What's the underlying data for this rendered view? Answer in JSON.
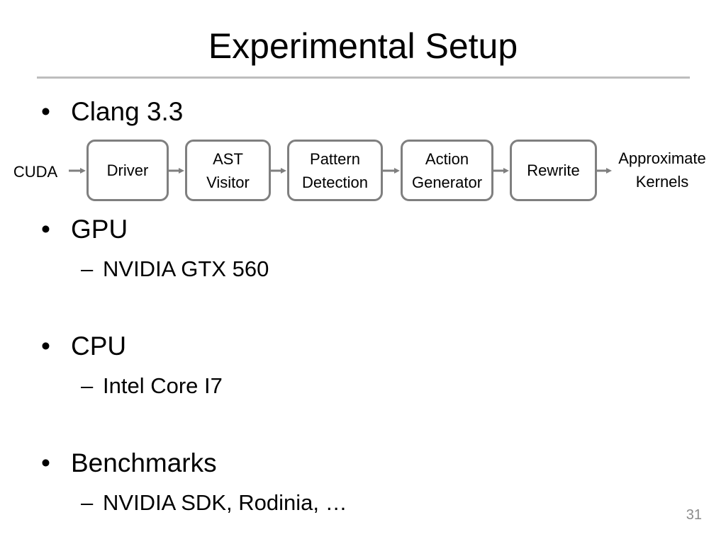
{
  "slide": {
    "title": "Experimental Setup",
    "page_number": "31"
  },
  "bullets": {
    "clang": "Clang 3.3",
    "gpu": "GPU",
    "gpu_sub": "NVIDIA GTX 560",
    "cpu": "CPU",
    "cpu_sub": "Intel Core I7",
    "benchmarks": "Benchmarks",
    "benchmarks_sub": "NVIDIA SDK, Rodinia, …",
    "bullet_glyph": "•",
    "dash_glyph": "–"
  },
  "pipeline": {
    "input": "CUDA",
    "stages": [
      "Driver",
      "AST\nVisitor",
      "Pattern\nDetection",
      "Action\nGenerator",
      "Rewrite"
    ],
    "output": "Approximate\nKernels",
    "arrow_color": "#7f7f7f"
  }
}
